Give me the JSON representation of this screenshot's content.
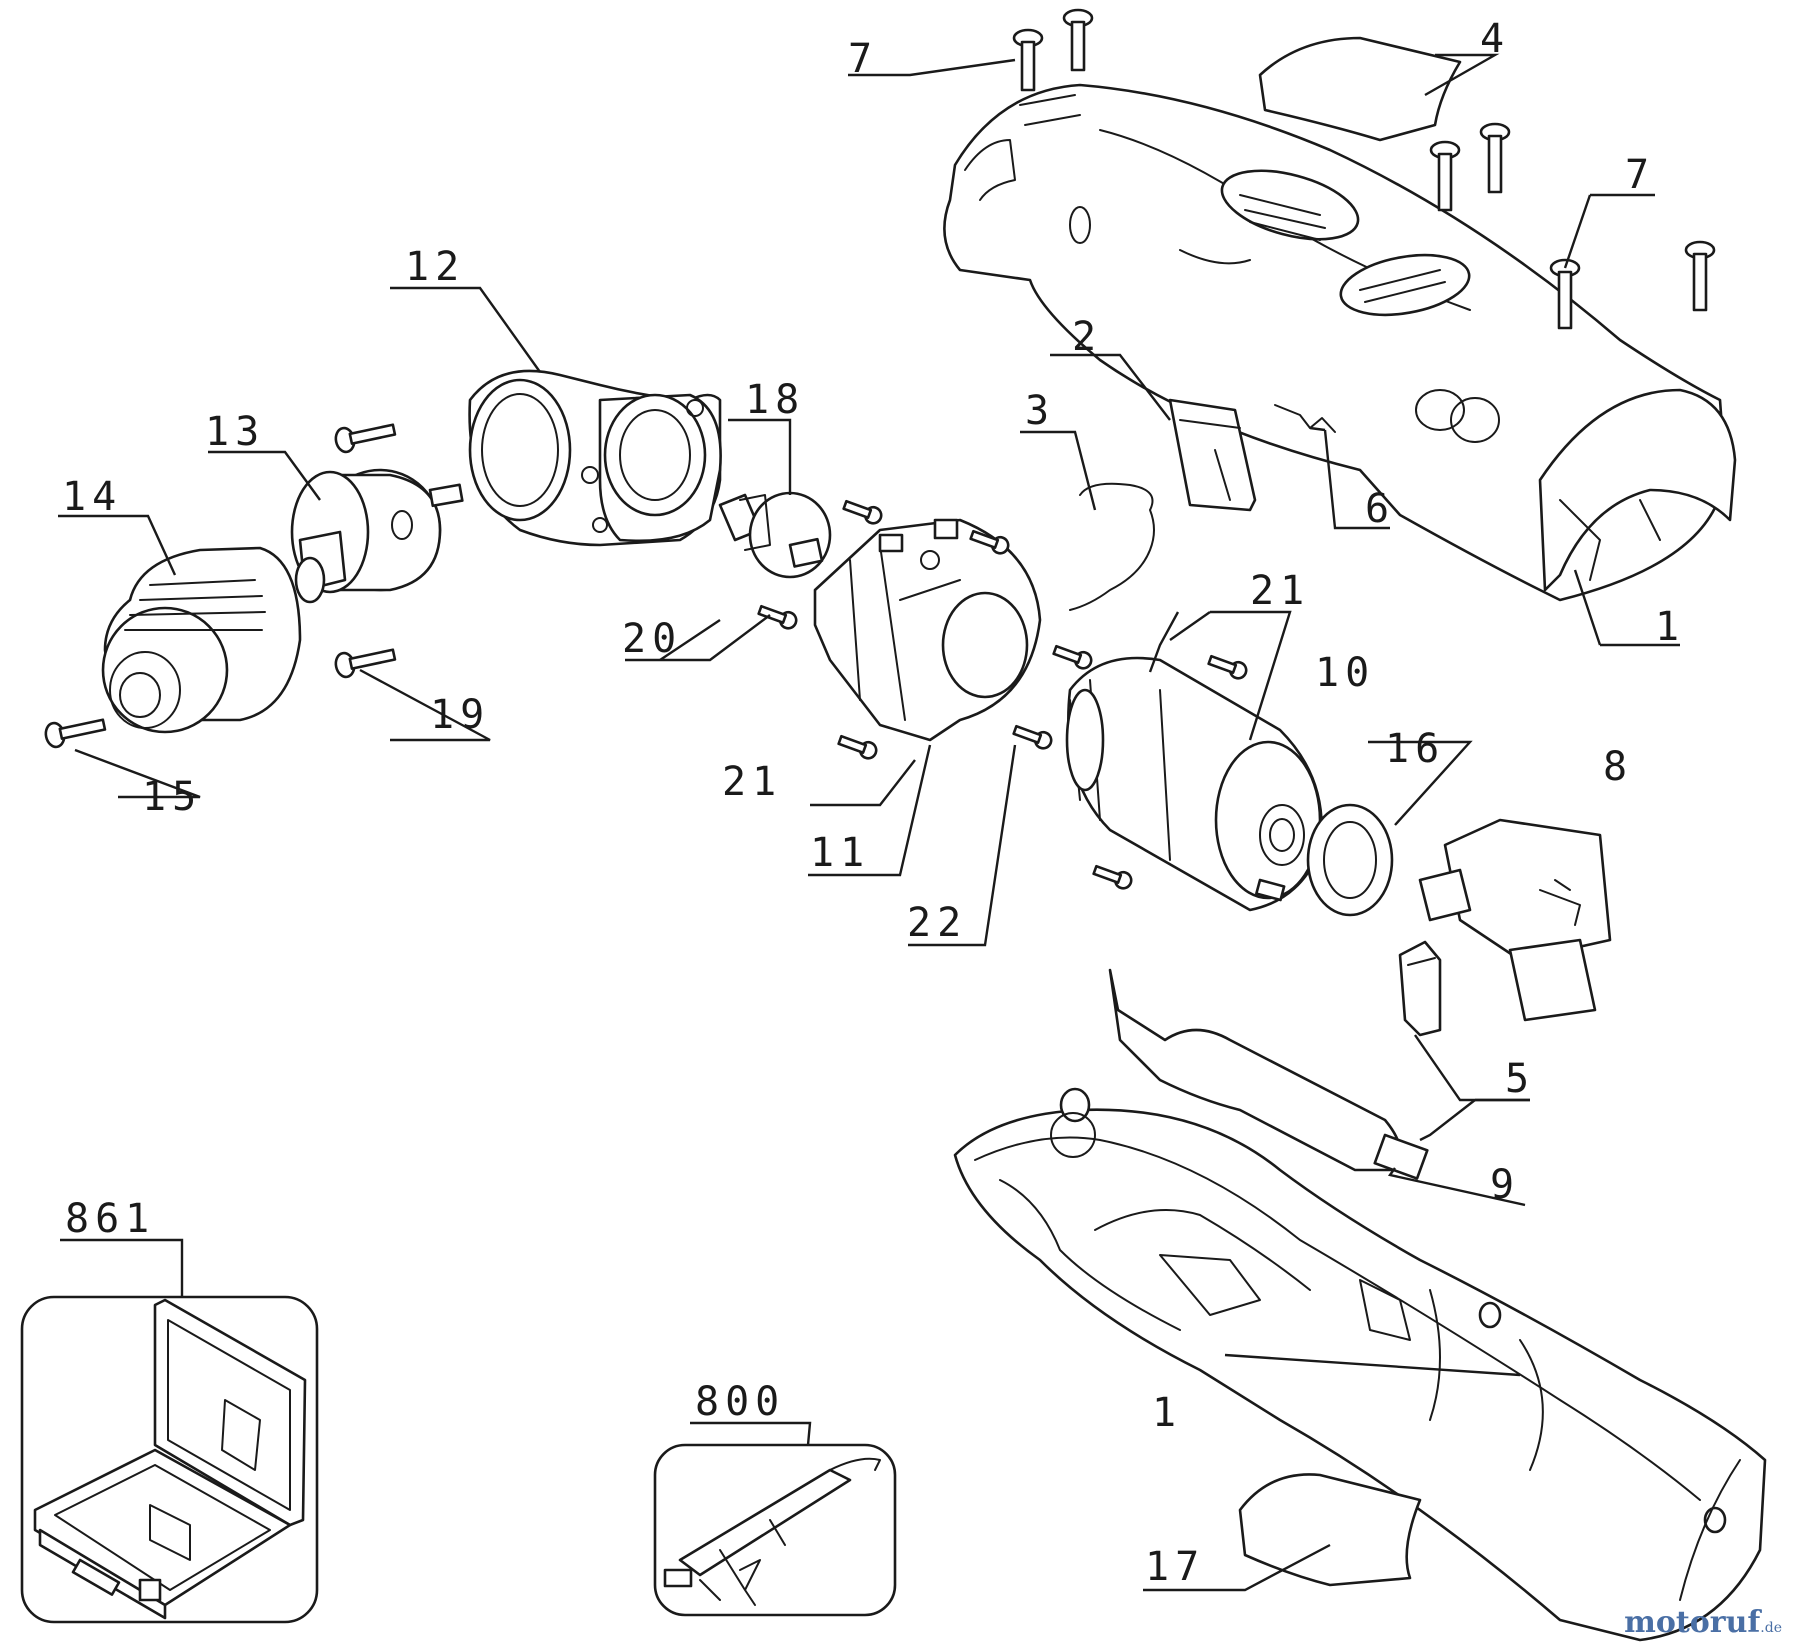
{
  "diagram": {
    "type": "exploded parts diagram",
    "callouts": {
      "c1_top": "1",
      "c1_bottom": "1",
      "c2": "2",
      "c3": "3",
      "c4": "4",
      "c5": "5",
      "c6": "6",
      "c7_left": "7",
      "c7_right": "7",
      "c8": "8",
      "c9": "9",
      "c10": "10",
      "c11": "11",
      "c12": "12",
      "c13": "13",
      "c14": "14",
      "c15": "15",
      "c16": "16",
      "c17": "17",
      "c18": "18",
      "c19": "19",
      "c20": "20",
      "c21_left": "21",
      "c21_right": "21",
      "c22": "22",
      "c800": "800",
      "c861": "861"
    }
  },
  "watermark": {
    "brand": "motoruf",
    "tld": ".de"
  }
}
